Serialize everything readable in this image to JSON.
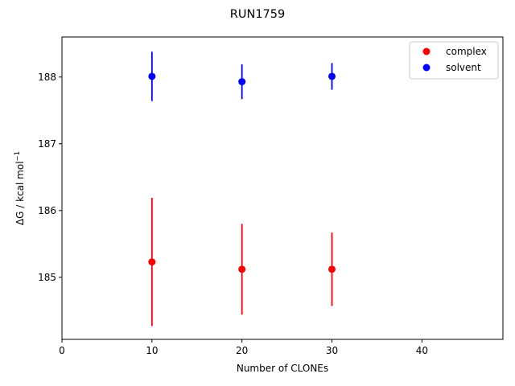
{
  "chart_data": {
    "type": "scatter",
    "title": "RUN1759",
    "xlabel": "Number of CLONEs",
    "ylabel_main": "ΔG / kcal mol",
    "ylabel_sup": "−1",
    "xlim": [
      0,
      49
    ],
    "ylim": [
      184.07,
      188.6
    ],
    "xticks": [
      0,
      10,
      20,
      30,
      40
    ],
    "yticks": [
      185,
      186,
      187,
      188
    ],
    "legend_position": "top-right",
    "grid": false,
    "series": [
      {
        "name": "complex",
        "color": "#ff0000",
        "x": [
          10,
          20,
          30
        ],
        "y": [
          185.23,
          185.12,
          185.12
        ],
        "yerr": [
          0.96,
          0.68,
          0.55
        ]
      },
      {
        "name": "solvent",
        "color": "#0000ff",
        "x": [
          10,
          20,
          30
        ],
        "y": [
          188.01,
          187.93,
          188.01
        ],
        "yerr": [
          0.37,
          0.26,
          0.2
        ]
      }
    ]
  }
}
